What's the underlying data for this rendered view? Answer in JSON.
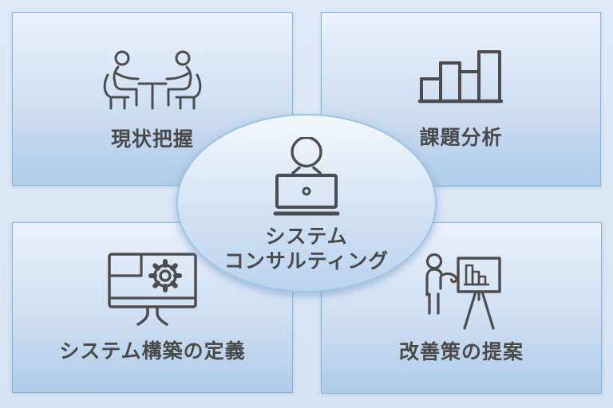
{
  "center": {
    "title_line1": "システム",
    "title_line2": "コンサルティング",
    "icon": "consultant-laptop-icon"
  },
  "cards": [
    {
      "position": "top-left",
      "label": "現状把握",
      "icon": "meeting-icon"
    },
    {
      "position": "top-right",
      "label": "課題分析",
      "icon": "bar-chart-icon"
    },
    {
      "position": "bottom-left",
      "label": "システム構築の定義",
      "icon": "monitor-gear-icon"
    },
    {
      "position": "bottom-right",
      "label": "改善策の提案",
      "icon": "presentation-icon"
    }
  ],
  "colors": {
    "page_background": "#dce7f5",
    "card_gradient_top": "#eaf1fb",
    "card_gradient_bottom": "#aecbe9",
    "card_border": "#86b7d5",
    "ellipse_gradient_top": "#f3f8fd",
    "ellipse_gradient_bottom": "#b9d3ee",
    "ellipse_border": "#9cc6e1",
    "label_text": "#4a4a4b",
    "icon_stroke": "#4d4d4f"
  }
}
